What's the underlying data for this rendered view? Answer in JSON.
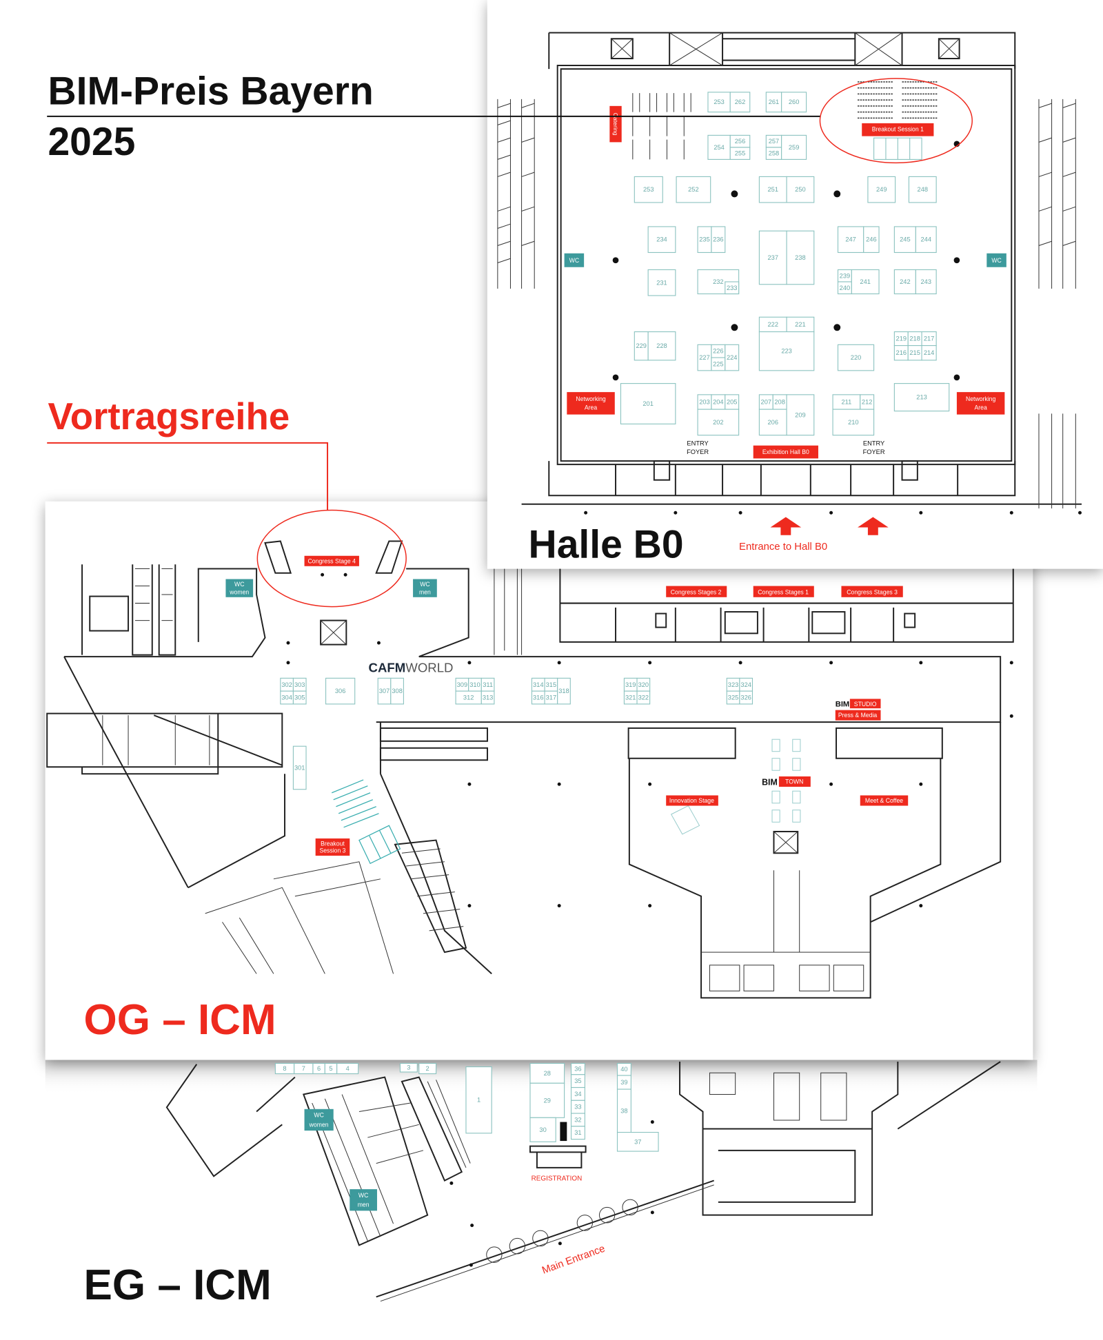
{
  "title": {
    "line1": "BIM-Preis Bayern",
    "line2": "2025"
  },
  "callout": {
    "label": "Vortragsreihe"
  },
  "colors": {
    "accent_red": "#ee2a1e",
    "wc_teal": "#3d9a9c",
    "booth_teal": "#8cc3c0"
  },
  "halle_b0": {
    "title": "Halle B0",
    "entrance": "Entrance to Hall B0",
    "catering": "Catering",
    "breakout_session_1": "Breakout Session 1",
    "networking_line1": "Networking",
    "networking_line2": "Area",
    "exhibition_hall": "Exhibition Hall B0",
    "wc": "WC",
    "entry": "ENTRY",
    "foyer": "FOYER",
    "booths": [
      "253",
      "262",
      "261",
      "260",
      "254",
      "256",
      "255",
      "257",
      "258",
      "259",
      "253",
      "252",
      "251",
      "250",
      "249",
      "248",
      "234",
      "235",
      "236",
      "237",
      "238",
      "247",
      "246",
      "245",
      "244",
      "231",
      "232",
      "233",
      "239",
      "240",
      "241",
      "242",
      "243",
      "222",
      "221",
      "223",
      "229",
      "228",
      "227",
      "226",
      "225",
      "224",
      "220",
      "219",
      "218",
      "217",
      "216",
      "215",
      "214",
      "201",
      "203",
      "204",
      "205",
      "202",
      "207",
      "208",
      "206",
      "209",
      "211",
      "212",
      "210",
      "213"
    ]
  },
  "og_icm": {
    "title": "OG – ICM",
    "congress_stage_4": "Congress Stage 4",
    "congress_stages_2": "Congress Stages 2",
    "congress_stages_1": "Congress Stages 1",
    "congress_stages_3": "Congress Stages 3",
    "wc_women": [
      "WC",
      "women"
    ],
    "wc_men": [
      "WC",
      "men"
    ],
    "cafm": "CAFM",
    "world": "WORLD",
    "bim": "BIM",
    "studio": "STUDIO",
    "press_media": "Press & Media",
    "town": "TOWN",
    "innovation_stage": "Innovation Stage",
    "meet_coffee": "Meet & Coffee",
    "breakout_session_3": [
      "Breakout",
      "Session 3"
    ],
    "booths": [
      "302",
      "303",
      "304",
      "305",
      "306",
      "307",
      "308",
      "309",
      "310",
      "311",
      "312",
      "313",
      "314",
      "315",
      "316",
      "317",
      "318",
      "319",
      "320",
      "321",
      "322",
      "323",
      "324",
      "325",
      "326",
      "301"
    ]
  },
  "eg_icm": {
    "title": "EG – ICM",
    "registration": "REGISTRATION",
    "main_entrance": "Main Entrance",
    "wc_women": [
      "WC",
      "women"
    ],
    "wc_men": [
      "WC",
      "men"
    ],
    "booths": [
      "8",
      "7",
      "6",
      "5",
      "4",
      "3",
      "2",
      "1",
      "28",
      "29",
      "30",
      "36",
      "35",
      "34",
      "33",
      "32",
      "31",
      "40",
      "39",
      "38",
      "37"
    ]
  }
}
